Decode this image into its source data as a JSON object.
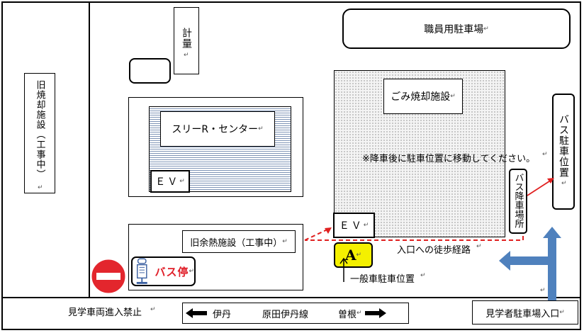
{
  "map": {
    "outer_frame": "outer-frame",
    "labels": {
      "staff_parking": "職員用駐車場",
      "old_incinerator": "旧焼却施設（工事中）",
      "weighing": "計量",
      "three_r_center": "スリーR・センター",
      "ev": "ＥＶ",
      "garbage_plant": "ごみ焼却施設",
      "notice": "※降車後に駐車位置に移動してください。",
      "bus_parking": "バス駐車位置",
      "bus_dropoff": "バス降車場所",
      "old_heat_facility": "旧余熱施設（工事中）",
      "bus_stop": "バス停",
      "marker_a": "A",
      "walking_route": "入口への徒歩経路",
      "general_parking": "一般車駐車位置",
      "no_entry_note": "見学車両進入禁止",
      "route_from": "伊丹",
      "route_name": "原田伊丹線",
      "route_to": "曽根",
      "visitor_entrance": "見学者駐車場入口",
      "return_mark": "↵"
    },
    "colors": {
      "bus_stop_text": "#e0202a",
      "marker_bg": "#f4f000",
      "arrow_blue": "#4f81bd",
      "route_red": "#e02020",
      "no_entry_red": "#e3262d"
    },
    "icons": {
      "no_entry": "no-entry-icon",
      "bus_stop": "bus-stop-icon"
    }
  }
}
